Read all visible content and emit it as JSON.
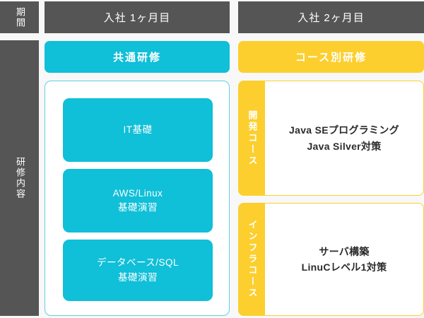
{
  "theme": {
    "background": "#f8f8f8",
    "gray": "#555555",
    "cyan": "#10bfd8",
    "cyan_border": "#5fd0e4",
    "yellow": "#fccf2f",
    "white": "#ffffff",
    "body_text": "#2b2b2b"
  },
  "row_labels": {
    "period": "期間",
    "content": "研修内容"
  },
  "periods": [
    {
      "label": "入社 1ヶ月目"
    },
    {
      "label": "入社 2ヶ月目"
    }
  ],
  "banners": {
    "common": "共通研修",
    "by_course": "コース別研修"
  },
  "common_subjects": [
    {
      "lines": [
        "IT基礎"
      ]
    },
    {
      "lines": [
        "AWS/Linux",
        "基礎演習"
      ]
    },
    {
      "lines": [
        "データベース/SQL",
        "基礎演習"
      ]
    }
  ],
  "courses": [
    {
      "tab": "開発コース",
      "lines": [
        "Java SEプログラミング",
        "Java Silver対策"
      ]
    },
    {
      "tab": "インフラコース",
      "lines": [
        "サーバ構築",
        "LinuCレベル1対策"
      ]
    }
  ]
}
